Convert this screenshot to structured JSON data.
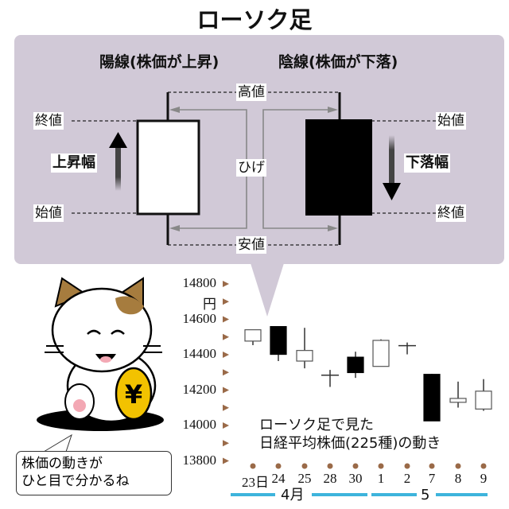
{
  "title": "ローソク足",
  "diagram": {
    "bullish_heading": "陽線(株価が上昇)",
    "bearish_heading": "陰線(株価が下落)",
    "high_label": "高値",
    "low_label": "安値",
    "wick_label": "ひげ",
    "left_close_label": "終値",
    "left_open_label": "始値",
    "right_open_label": "始値",
    "right_close_label": "終値",
    "rise_label": "上昇幅",
    "fall_label": "下落幅"
  },
  "mascot": {
    "speech": [
      "株価の動きが",
      "ひと目で分かるね"
    ],
    "coin_symbol": "¥"
  },
  "chart_data": {
    "type": "candlestick",
    "title": [
      "ローソク足で見た",
      "日経平均株価(225種)の動き"
    ],
    "ylabel": "円",
    "ylim": [
      13800,
      14800
    ],
    "yticks": [
      14800,
      14600,
      14400,
      14200,
      14000,
      13800
    ],
    "categories": [
      "23日",
      "24",
      "25",
      "28",
      "30",
      "1",
      "2",
      "7",
      "8",
      "9"
    ],
    "months": [
      "4月",
      "5"
    ],
    "candles": [
      {
        "open": 14477,
        "close": 14541,
        "high": 14541,
        "low": 14454
      },
      {
        "open": 14559,
        "close": 14402,
        "high": 14559,
        "low": 14364
      },
      {
        "open": 14364,
        "close": 14424,
        "high": 14552,
        "low": 14323
      },
      {
        "open": 14284,
        "close": 14284,
        "high": 14314,
        "low": 14218
      },
      {
        "open": 14386,
        "close": 14299,
        "high": 14417,
        "low": 14269
      },
      {
        "open": 14334,
        "close": 14481,
        "high": 14487,
        "low": 14334
      },
      {
        "open": 14451,
        "close": 14451,
        "high": 14469,
        "low": 14402
      },
      {
        "open": 14289,
        "close": 14026,
        "high": 14292,
        "low": 14026
      },
      {
        "open": 14131,
        "close": 14153,
        "high": 14248,
        "low": 14101
      },
      {
        "open": 14093,
        "close": 14194,
        "high": 14262,
        "low": 14083
      }
    ]
  },
  "colors": {
    "panel": "#d1c9d7",
    "tick_marker": "#9a6a48",
    "month_bar": "#3db4dc",
    "coin": "#f2c200"
  }
}
